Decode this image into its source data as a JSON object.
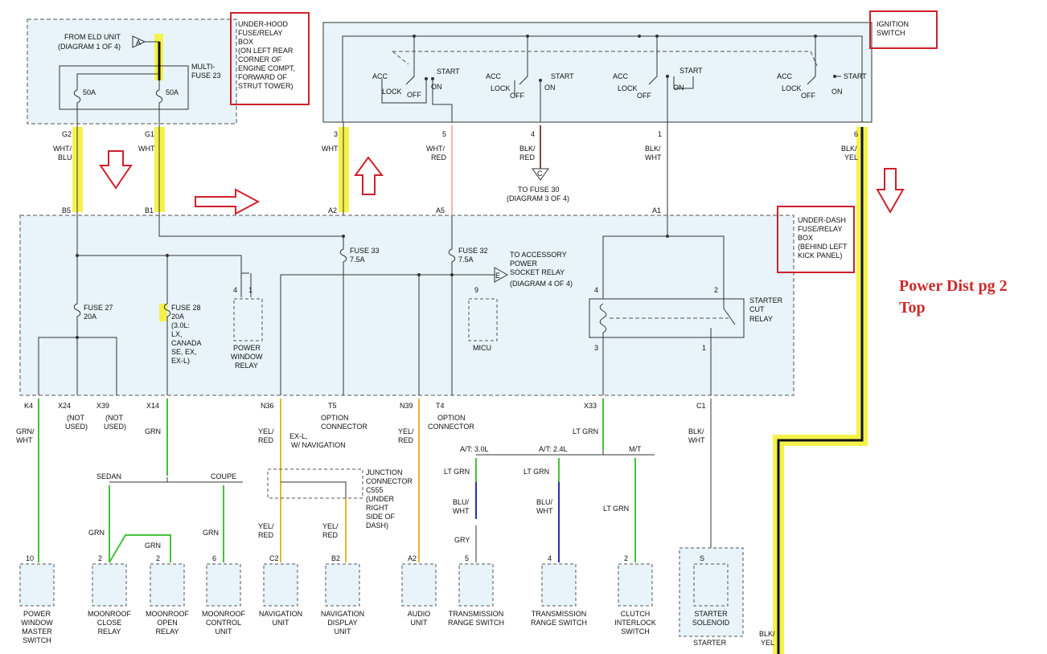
{
  "colors": {
    "highlight": "#f4f24a",
    "box_fill": "#e8f4fa",
    "callout": "#d0202a",
    "wire_green": "#44c13a",
    "wire_yellow": "#e8b62b",
    "wire_blue": "#2b2bb0",
    "wire_pink": "#f0b8b0",
    "wire_brown": "#8b4a3a",
    "wire_gray": "#9a9a9a"
  },
  "callouts": {
    "underhood": [
      "UNDER-HOOD",
      "FUSE/RELAY",
      "BOX",
      "(ON LEFT REAR",
      "CORNER OF",
      "ENGINE COMPT,",
      "FORWARD OF",
      "STRUT TOWER)"
    ],
    "ignition": [
      "IGNITION",
      "SWITCH"
    ],
    "underdash": [
      "UNDER-DASH",
      "FUSE/RELAY",
      "BOX",
      "(BEHIND LEFT",
      "KICK PANEL)"
    ]
  },
  "note": [
    "Power Dist pg 2",
    "Top"
  ],
  "underhood": {
    "from_eld": [
      "FROM ELD UNIT",
      "(DIAGRAM 1 OF 4)"
    ],
    "connector_a": "A",
    "multifuse": [
      "MULTI-",
      "FUSE 23"
    ],
    "fuse_left": "50A",
    "fuse_right": "50A"
  },
  "ignition": {
    "acc": "ACC",
    "lock": "LOCK",
    "off": "OFF",
    "on": "ON",
    "start": "START"
  },
  "terminals": {
    "g2": "G2",
    "g1": "G1",
    "t3": "3",
    "t5": "5",
    "t4": "4",
    "t1": "1",
    "t6": "6",
    "b5": "B5",
    "b1": "B1",
    "a2": "A2",
    "a5": "A5",
    "a1": "A1"
  },
  "wire_colors": {
    "wht_blu": [
      "WHT/",
      "BLU"
    ],
    "wht": "WHT",
    "wht_red": [
      "WHT/",
      "RED"
    ],
    "blk_red": [
      "BLK/",
      "RED"
    ],
    "blk_wht": [
      "BLK/",
      "WHT"
    ],
    "blk_yel": [
      "BLK/",
      "YEL"
    ],
    "grn_wht": [
      "GRN/",
      "WHT"
    ],
    "grn": "GRN",
    "yel_red": [
      "YEL/",
      "RED"
    ],
    "lt_grn": "LT GRN",
    "blu_wht": [
      "BLU/",
      "WHT"
    ],
    "gry": "GRY"
  },
  "fuse30": {
    "connector": "C",
    "label": [
      "TO FUSE 30",
      "(DIAGRAM 3 OF 4)"
    ]
  },
  "underdash": {
    "fuse27": [
      "FUSE 27",
      "20A"
    ],
    "fuse28": [
      "FUSE 28",
      "20A",
      "(3.0L:",
      "LX,",
      "CANADA",
      "SE, EX,",
      "EX-L)"
    ],
    "fuse33": [
      "FUSE 33",
      "7.5A"
    ],
    "fuse32": [
      "FUSE 32",
      "7.5A"
    ],
    "power_window_relay": [
      "POWER",
      "WINDOW",
      "RELAY"
    ],
    "pwr_pins": [
      "4",
      "1"
    ],
    "accessory": [
      "TO ACCESSORY",
      "POWER",
      "SOCKET RELAY",
      "(DIAGRAM 4 OF 4)"
    ],
    "accessory_connector": "E",
    "micu": "MICU",
    "micu_pin": "9",
    "starter_cut": [
      "STARTER",
      "CUT",
      "RELAY"
    ],
    "relay_pins": [
      "4",
      "2",
      "3",
      "1"
    ]
  },
  "bottom_terminals": {
    "k4": "K4",
    "x24": "X24",
    "x39": "X39",
    "x14": "X14",
    "n36": "N36",
    "t5": "T5",
    "n39": "N39",
    "t4": "T4",
    "x33": "X33",
    "c1": "C1"
  },
  "not_used": [
    "(NOT",
    "USED)"
  ],
  "option_connector": [
    "OPTION",
    "CONNECTOR"
  ],
  "exl_nav": [
    "EX-L,",
    "W/ NAVIGATION"
  ],
  "junction": [
    "JUNCTION",
    "CONNECTOR",
    "C555",
    "(UNDER",
    "RIGHT",
    "SIDE OF",
    "DASH)"
  ],
  "sedan": "SEDAN",
  "coupe": "COUPE",
  "at30": "A/T: 3.0L",
  "at24": "A/T: 2.4L",
  "mt": "M/T",
  "components": [
    {
      "pin": "10",
      "label": [
        "POWER",
        "WINDOW",
        "MASTER",
        "SWITCH"
      ]
    },
    {
      "pin": "2",
      "label": [
        "MOONROOF",
        "CLOSE",
        "RELAY"
      ]
    },
    {
      "pin": "2",
      "label": [
        "MOONROOF",
        "OPEN",
        "RELAY"
      ]
    },
    {
      "pin": "6",
      "label": [
        "MOONROOF",
        "CONTROL",
        "UNIT"
      ]
    },
    {
      "pin": "C2",
      "label": [
        "NAVIGATION",
        "UNIT"
      ]
    },
    {
      "pin": "B2",
      "label": [
        "NAVIGATION",
        "DISPLAY",
        "UNIT"
      ]
    },
    {
      "pin": "A2",
      "label": [
        "AUDIO",
        "UNIT"
      ]
    },
    {
      "pin": "5",
      "label": [
        "TRANSMISSION",
        "RANGE SWITCH"
      ]
    },
    {
      "pin": "4",
      "label": [
        "TRANSMISSION",
        "RANGE SWITCH"
      ]
    },
    {
      "pin": "2",
      "label": [
        "CLUTCH",
        "INTERLOCK",
        "SWITCH"
      ]
    },
    {
      "pin": "S",
      "label": [
        "STARTER",
        "SOLENOID"
      ]
    }
  ],
  "starter": "STARTER"
}
